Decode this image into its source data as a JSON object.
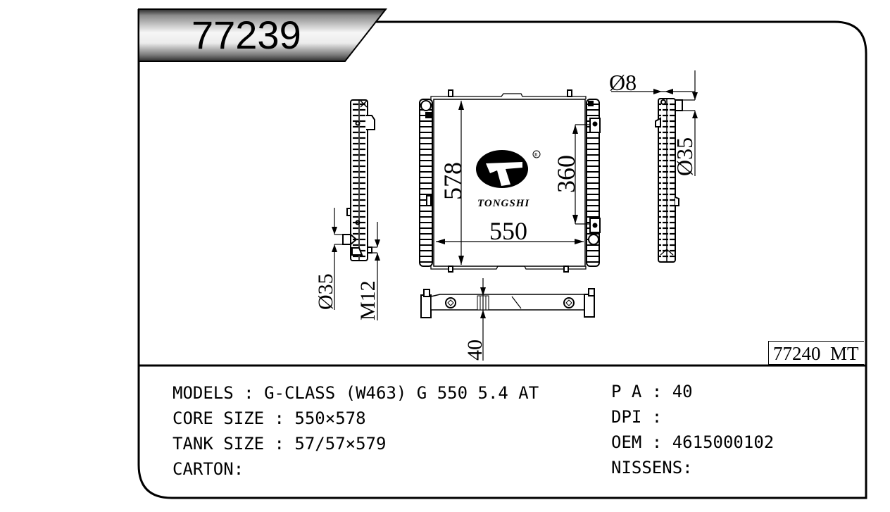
{
  "header": {
    "part_number": "77239"
  },
  "drawing": {
    "brand": "TONGSHI",
    "registered_mark": "®",
    "dimensions": {
      "core_width": "550",
      "core_height": "578",
      "bracket_spacing": "360",
      "pin_diameter": "Ø8",
      "outlet_diameter_right": "Ø35",
      "inlet_diameter_left": "Ø35",
      "drain_thread": "M12",
      "core_thickness": "40"
    },
    "cross_reference_tag": "77240  MT"
  },
  "specs": {
    "left": [
      {
        "label": "MODELS",
        "sep": " : ",
        "value": "G-CLASS (W463) G 550 5.4 AT"
      },
      {
        "label": "CORE SIZE",
        "sep": " : ",
        "value": "550×578"
      },
      {
        "label": "TANK SIZE",
        "sep": " : ",
        "value": "57/57×579"
      },
      {
        "label": "CARTON",
        "sep": ":",
        "value": ""
      }
    ],
    "right": [
      {
        "label": "P A",
        "sep": " : ",
        "value": "40"
      },
      {
        "label": "DPI",
        "sep": " : ",
        "value": ""
      },
      {
        "label": "OEM",
        "sep": " : ",
        "value": "4615000102"
      },
      {
        "label": "NISSENS",
        "sep": ":",
        "value": ""
      }
    ]
  },
  "colors": {
    "line": "#000000",
    "background": "#ffffff",
    "banner_dark": "#3a3a3a",
    "banner_light": "#f4f4f4"
  }
}
